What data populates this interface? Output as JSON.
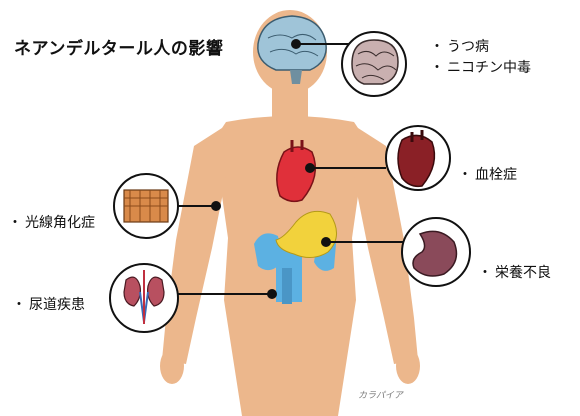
{
  "title": "ネアンデルタール人の影響",
  "bullet": "・",
  "effects": [
    {
      "organ": "brain",
      "icon": "brain-icon",
      "labels": [
        "うつ病",
        "ニコチン中毒"
      ]
    },
    {
      "organ": "heart",
      "icon": "heart-icon",
      "labels": [
        "血栓症"
      ]
    },
    {
      "organ": "skin",
      "icon": "skin-icon",
      "labels": [
        "光線角化症"
      ]
    },
    {
      "organ": "stomach",
      "icon": "stomach-icon",
      "labels": [
        "栄養不良"
      ]
    },
    {
      "organ": "kidney",
      "icon": "kidney-icon",
      "labels": [
        "尿道疾患"
      ]
    }
  ],
  "credit": "カラパイア",
  "colors": {
    "body": "#ecb78c",
    "brain": "#9fc4d8",
    "heart": "#e0303a",
    "stomach": "#f2d23c",
    "intestine": "#5cb1e2",
    "pointer": "#111111"
  }
}
